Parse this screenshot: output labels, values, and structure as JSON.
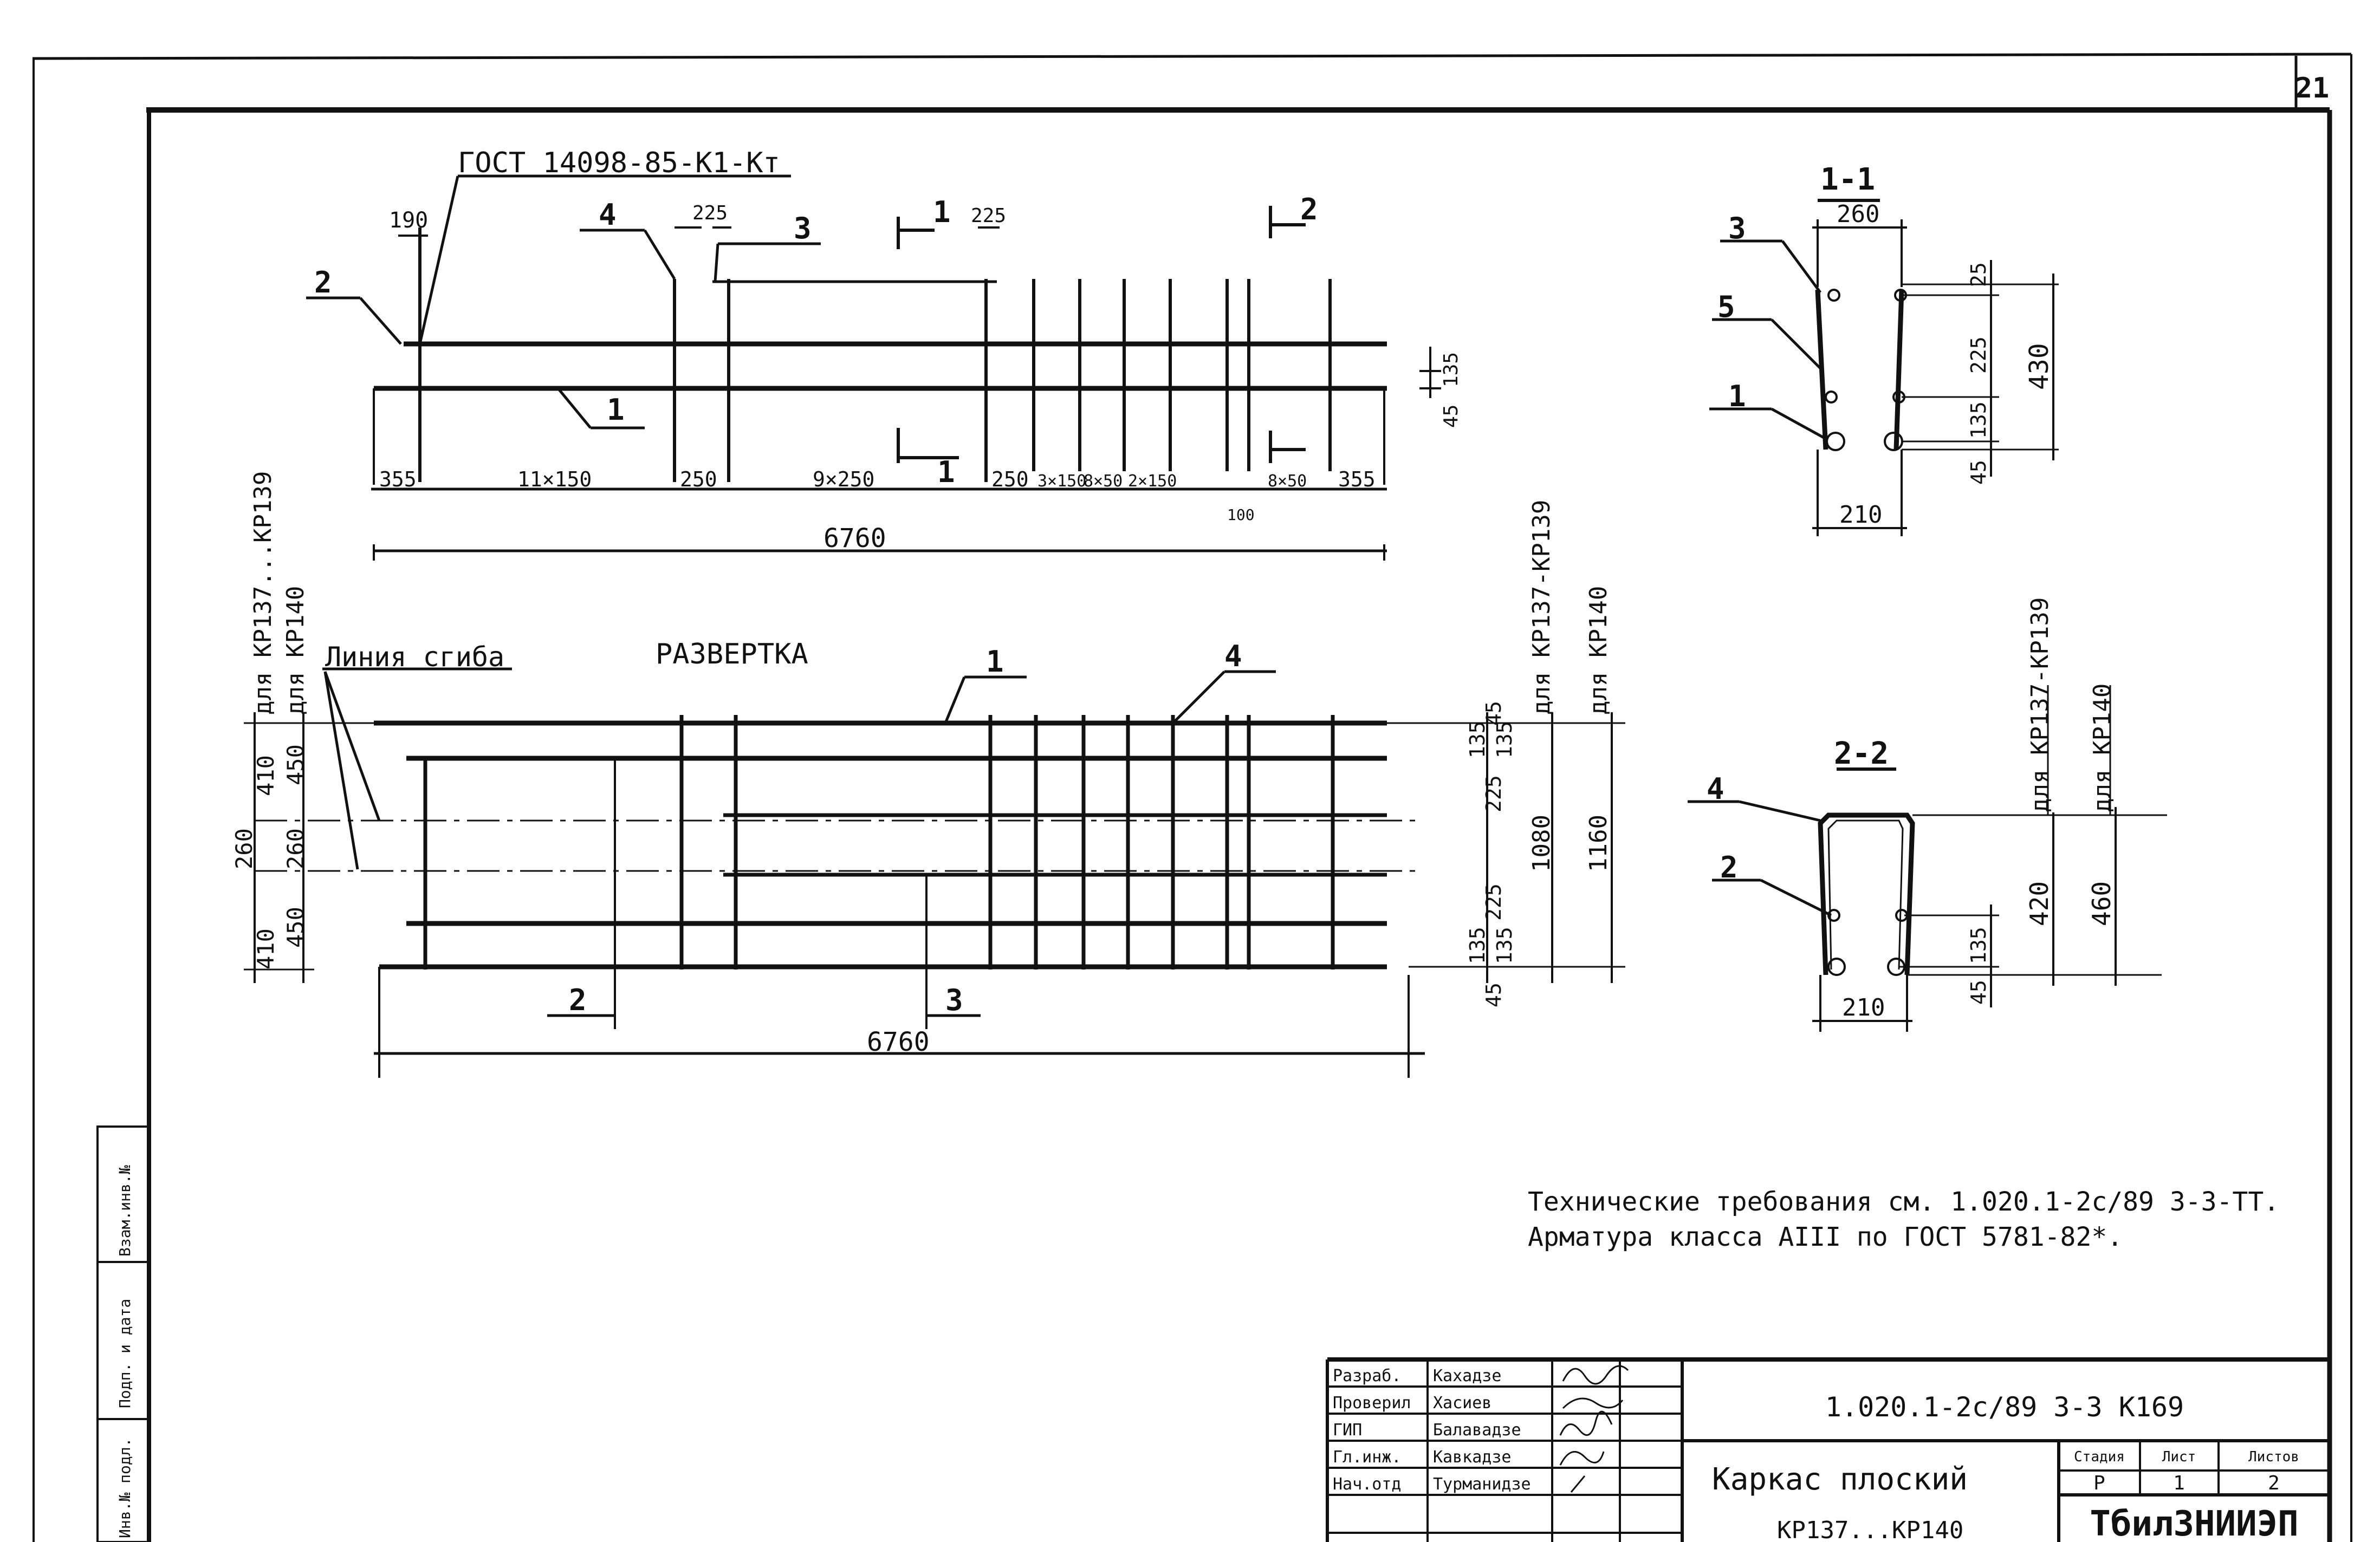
{
  "sheet": {
    "number": "21"
  },
  "elevation": {
    "gost_label": "ГОСТ 14098-85-К1-Кт",
    "callouts": [
      "1",
      "2",
      "3",
      "4"
    ],
    "dims_top": [
      "190",
      "225",
      "225"
    ],
    "dims_bottom": [
      "355",
      "11×150",
      "250",
      "9×250",
      "250",
      "3×150",
      "8×50",
      "2×150",
      "8×50",
      "355",
      "100"
    ],
    "dims_right": [
      "135",
      "45"
    ],
    "total_length": "6760",
    "section_marks": [
      "1",
      "1",
      "2"
    ]
  },
  "development": {
    "title": "РАЗВЕРТКА",
    "bend_line_label": "Линия сгиба",
    "callouts": [
      "1",
      "4",
      "2",
      "3"
    ],
    "left_dims": [
      "410",
      "450",
      "260",
      "260",
      "410",
      "450"
    ],
    "left_labels": [
      "для КР137...КР139",
      "для КР140"
    ],
    "right_dims": [
      "45",
      "135",
      "135",
      "225",
      "225",
      "135",
      "135",
      "45"
    ],
    "right_totals": [
      "1080",
      "1160"
    ],
    "right_labels": [
      "для КР137-КР139",
      "для КР140"
    ],
    "total_length": "6760"
  },
  "section_1_1": {
    "title": "1-1",
    "callouts": [
      "3",
      "5",
      "1"
    ],
    "width_top": "260",
    "width_bottom": "210",
    "dims_right": [
      "25",
      "225",
      "135",
      "45"
    ],
    "total": "430"
  },
  "section_2_2": {
    "title": "2-2",
    "callouts": [
      "4",
      "2"
    ],
    "width_bottom": "210",
    "dims_right": [
      "135",
      "45"
    ],
    "totals": [
      "420",
      "460"
    ],
    "total_labels": [
      "для КР137-КР139",
      "для КР140"
    ]
  },
  "notes": [
    "Технические требования см. 1.020.1-2с/89 3-3-ТТ.",
    "Арматура класса АIII по ГОСТ 5781-82*."
  ],
  "stamp": {
    "rows": [
      {
        "role": "Разраб.",
        "name": "Кахадзе"
      },
      {
        "role": "Проверил",
        "name": "Хасиев"
      },
      {
        "role": "ГИП",
        "name": "Балавадзе"
      },
      {
        "role": "Гл.инж.",
        "name": "Кавкадзе"
      },
      {
        "role": "Нач.отд",
        "name": "Турманидзе"
      }
    ],
    "doc_code": "1.020.1-2с/89 3-3 К169",
    "title_line1": "Каркас плоский",
    "title_line2": "КР137...КР140",
    "stage_header": "Стадия",
    "stage": "Р",
    "sheet_header": "Лист",
    "sheet": "1",
    "sheets_header": "Листов",
    "sheets": "2",
    "org": "ТбилЗНИИЭП"
  },
  "side_strip": [
    "Инв.№ подл.",
    "Подп. и дата",
    "Взам.инв.№"
  ]
}
